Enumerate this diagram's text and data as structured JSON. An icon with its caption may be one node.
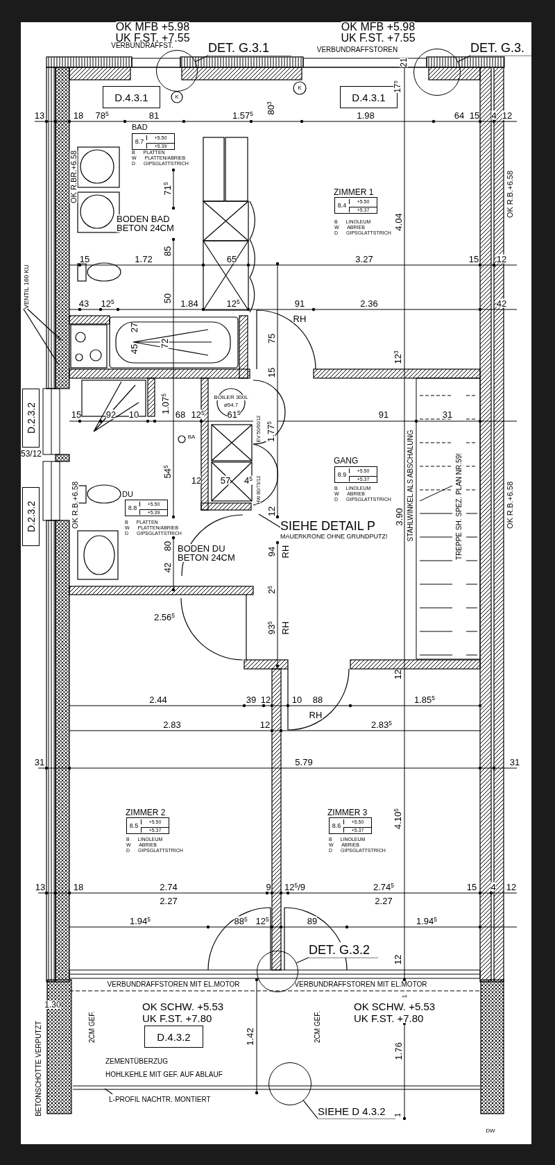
{
  "diagram": {
    "nodes": [
      {
        "text": [
          "DET. G.3.1"
        ]
      },
      {
        "text": [],
        "shape": "circle"
      },
      {
        "text": [
          "DET. G.3."
        ]
      },
      {
        "text": [],
        "shape": "circle"
      },
      {
        "text": [
          "D.4.3.1"
        ]
      },
      {
        "text": [
          "D.4.3.1"
        ]
      },
      {
        "text": [
          "8.7",
          "+5.50",
          "+5.39"
        ]
      },
      {
        "text": [
          "8.4",
          "+5.50",
          "+5.37"
        ]
      },
      {
        "text": [
          "D.2.3.2"
        ]
      },
      {
        "text": [
          "D.2.3.2"
        ]
      },
      {
        "text": [
          "8.8",
          "+5.50",
          "+5.39"
        ]
      },
      {
        "text": [
          "8.9",
          "+5.50",
          "+5.37"
        ]
      },
      {
        "text": [
          "SIEHE DETAIL P"
        ]
      },
      {
        "text": [
          "8.5",
          "+5.50",
          "+5.37"
        ]
      },
      {
        "text": [
          "8.6",
          "+5.50",
          "+5.37"
        ]
      },
      {
        "text": [
          "DET. G.3.2"
        ]
      },
      {
        "text": [],
        "shape": "circle"
      },
      {
        "text": [
          "D.4.3.2"
        ]
      },
      {
        "text": [
          "L-PROFIL NACHTR. MONTIERT"
        ]
      },
      {
        "text": [],
        "shape": "circle"
      },
      {
        "text": [
          "SIEHE D 4.3.2"
        ]
      },
      {
        "text": [
          "VENTIL 160 KU"
        ]
      }
    ],
    "edges": [
      {
        "from": 0,
        "to": 1,
        "arrow": "none"
      },
      {
        "from": 2,
        "to": 3,
        "arrow": "none"
      },
      {
        "from": 12,
        "to": null,
        "arrow": "none"
      },
      {
        "from": 15,
        "to": 16,
        "arrow": "none"
      },
      {
        "from": 18,
        "to": null,
        "arrow": "none"
      },
      {
        "from": 20,
        "to": 19,
        "arrow": "none"
      },
      {
        "from": 21,
        "to": null,
        "arrow": "none"
      },
      {
        "from": 21,
        "to": null,
        "arrow": "none"
      }
    ],
    "labels": [
      "OK MFB +5.98",
      "UK F.ST. +7.55",
      "OK MFB +5.98",
      "UK F.ST. +7.55",
      "VERBUNDRAFFST.",
      "VERBUNDRAFFSTOREN",
      "21",
      "K",
      "K",
      "17$^{5}$",
      "13",
      "18",
      "78$^{5}$",
      "81",
      "1.57$^{5}$",
      "80$^{3}$",
      "1.98",
      "64",
      "15",
      "4",
      "12",
      "BAD",
      "B PLATTEN",
      "W PLATTEN/ABRIEB",
      "D GIPSGLATTSTRICH",
      "OK R.BR.+6.58",
      "71$^{5}$",
      "ZIMMER 1",
      "B LINOLEUM",
      "W ABRIEB",
      "D GIPSGLATTSTRICH",
      "4.04",
      "OK R.B.+6.58",
      "BODEN BAD BETON 24CM",
      "85",
      "15",
      "1.72",
      "65",
      "3.27",
      "15",
      "12",
      "43",
      "12$^{5}$",
      "50",
      "1.84",
      "12$^{5}$",
      "91",
      "2.36",
      "42",
      "RH",
      "27",
      "45",
      "72",
      "75",
      "12$^{3}$",
      "15",
      "BOILER 300L",
      "⌀54.7",
      "15",
      "92",
      "10",
      "1.07$^{5}$",
      "68",
      "12$^{5}$",
      "61$^{5}$",
      "91",
      "31",
      "53/12",
      "BA",
      "EV 50/60/12",
      "1.77$^{5}$",
      "54$^{5}$",
      "12",
      "57",
      "4$^{5}$",
      "HW 80/73/12",
      "GANG",
      "B LINOLEUM",
      "W ABRIEB",
      "D GIPSGLATTSTRICH",
      "STAHLWINKEL ALS ABSCHALUNG",
      "TREPPE SH. SPEZ. PLAN NR.59!",
      "OK R.B.+6.58",
      "OK R.B.+6.58",
      "DU",
      "B PLATTEN",
      "W PLATTEN/ABRIEB",
      "D GIPSGLATTSTRICH",
      "12",
      "MAUERKRONE OHNE GRUNDPUTZ!",
      "3.90",
      "80",
      "42",
      "BODEN DU BETON 24CM",
      "94",
      "RH",
      "2$^{5}$",
      "2.56$^{5}$",
      "93$^{5}$",
      "RH",
      "12",
      "2.44",
      "39",
      "12",
      "10",
      "88",
      "1.85$^{5}$",
      "RH",
      "2.83",
      "12",
      "2.83$^{5}$",
      "31",
      "5.79",
      "31",
      "ZIMMER 2",
      "B LINOLEUM",
      "W ABRIEB",
      "D GIPSGLATTSTRICH",
      "ZIMMER 3",
      "B LINOLEUM",
      "W ABRIEB",
      "D GIPSGLATTSTRICH",
      "4.10$^{5}$",
      "13",
      "18",
      "2.74",
      "9",
      "12$^{5}$/9",
      "2.74$^{5}$",
      "15",
      "4",
      "12",
      "2.27",
      "2.27",
      "1.94$^{5}$",
      "88$^{5}$",
      "12$^{5}$",
      "89",
      "1.94$^{5}$",
      "12",
      "VERBUNDRAFFSTOREN MIT EL.MOTOR",
      "VERBUNDRAFFSTOREN MIT EL.MOTOR",
      "1.30",
      "1",
      "OK SCHW. +5.53",
      "UK F.ST. +7.80",
      "2CM GEF.",
      "2CM GEF.",
      "OK SCHW. +5.53",
      "UK F.ST. +7.80",
      "1.42",
      "1.76",
      "ZEMENTÜBERZUG",
      "HOHLKEHLE MIT GEF. AUF ABLAUF",
      "BETONSCHOTTE VERPUTZT",
      "1",
      "DW"
    ]
  }
}
